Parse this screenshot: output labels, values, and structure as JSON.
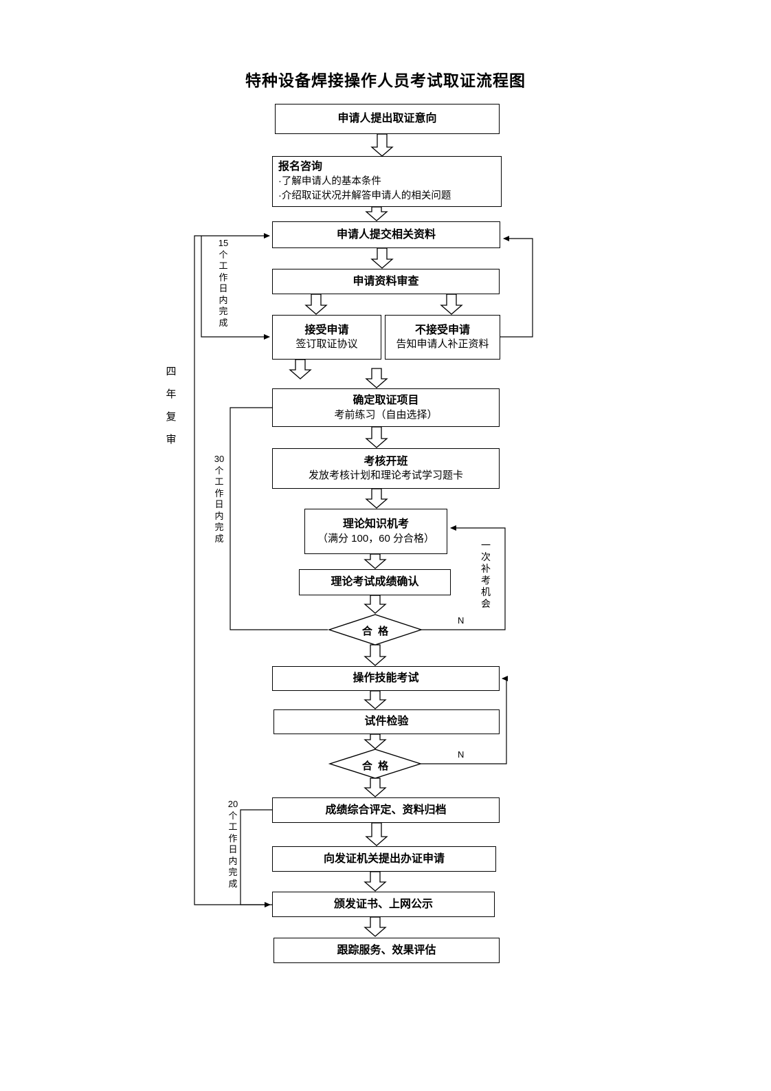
{
  "title": "特种设备焊接操作人员考试取证流程图",
  "nodes": {
    "intent": {
      "label": "申请人提出取证意向"
    },
    "consult": {
      "title": "报名咨询",
      "line1": "·了解申请人的基本条件",
      "line2": "·介绍取证状况并解答申请人的相关问题"
    },
    "submit": {
      "label": "申请人提交相关资料"
    },
    "review": {
      "label": "申请资料审查"
    },
    "accept": {
      "title": "接受申请",
      "sub": "签订取证协议"
    },
    "reject": {
      "title": "不接受申请",
      "sub": "告知申请人补正资料"
    },
    "project": {
      "title": "确定取证项目",
      "sub": "考前练习（自由选择）"
    },
    "class": {
      "title": "考核开班",
      "sub": "发放考核计划和理论考试学习题卡"
    },
    "theory": {
      "title": "理论知识机考",
      "sub": "（满分 100，60 分合格）"
    },
    "confirm": {
      "label": "理论考试成绩确认"
    },
    "pass1": {
      "label": "合  格"
    },
    "skill": {
      "label": "操作技能考试"
    },
    "inspect": {
      "label": "试件检验"
    },
    "pass2": {
      "label": "合  格"
    },
    "evaluate": {
      "label": "成绩综合评定、资料归档"
    },
    "apply": {
      "label": "向发证机关提出办证申请"
    },
    "issue": {
      "label": "颁发证书、上网公示"
    },
    "track": {
      "label": "跟踪服务、效果评估"
    }
  },
  "labels": {
    "d15": "15\n个\n工\n作\n日\n内\n完\n成",
    "d30": "30\n个\n工\n作\n日\n内\n完\n成",
    "d20": "20\n个\n工\n作\n日\n内\n完\n成",
    "four_year": "四\n年\n复\n审",
    "retake": "一\n次\n补\n考\n机\n会",
    "n1": "N",
    "n2": "N"
  }
}
